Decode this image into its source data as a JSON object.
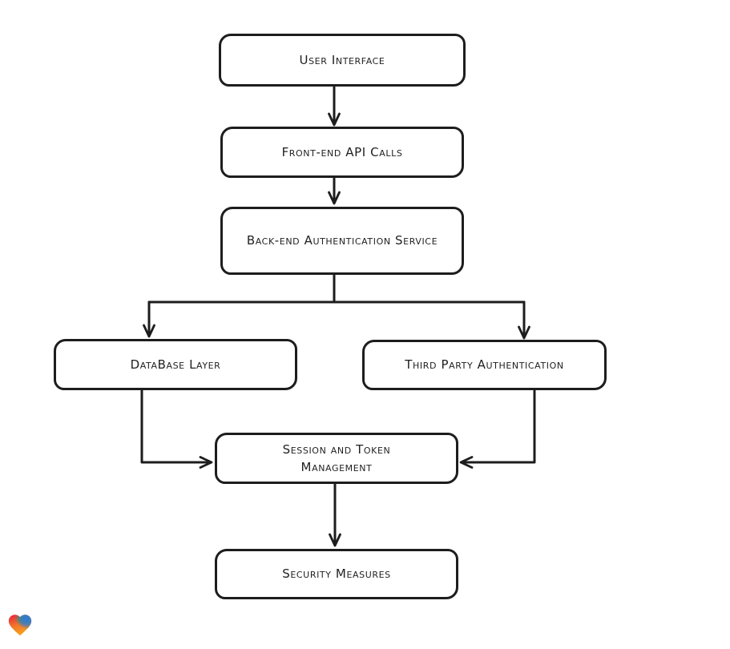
{
  "page": {
    "background_color": "#ffffff"
  },
  "diagram": {
    "style": "hand-drawn-flowchart",
    "stroke_color": "#1d1d1d",
    "node_fill_color": "#ffffff",
    "nodes": [
      {
        "id": "user-interface",
        "label": "User Interface"
      },
      {
        "id": "front-end-api-calls",
        "label": "Front-end API Calls"
      },
      {
        "id": "back-end-authentication-service",
        "label": "Back-end Authentication Service"
      },
      {
        "id": "database-layer",
        "label": "DataBase Layer"
      },
      {
        "id": "third-party-authentication",
        "label": "Third Party Authentication"
      },
      {
        "id": "session-and-token-management",
        "label": "Session and Token Management"
      },
      {
        "id": "security-measures",
        "label": "Security Measures"
      }
    ],
    "edges": [
      {
        "from": "user-interface",
        "to": "front-end-api-calls"
      },
      {
        "from": "front-end-api-calls",
        "to": "back-end-authentication-service"
      },
      {
        "from": "back-end-authentication-service",
        "to": "database-layer"
      },
      {
        "from": "back-end-authentication-service",
        "to": "third-party-authentication"
      },
      {
        "from": "database-layer",
        "to": "session-and-token-management"
      },
      {
        "from": "third-party-authentication",
        "to": "session-and-token-management"
      },
      {
        "from": "session-and-token-management",
        "to": "security-measures"
      }
    ]
  },
  "branding": {
    "logo": "heart-gradient-badge",
    "logo_colors": {
      "red": "#e81e3c",
      "green": "#37a24b",
      "blue": "#2c7dd1",
      "orange": "#f7a11d"
    }
  }
}
